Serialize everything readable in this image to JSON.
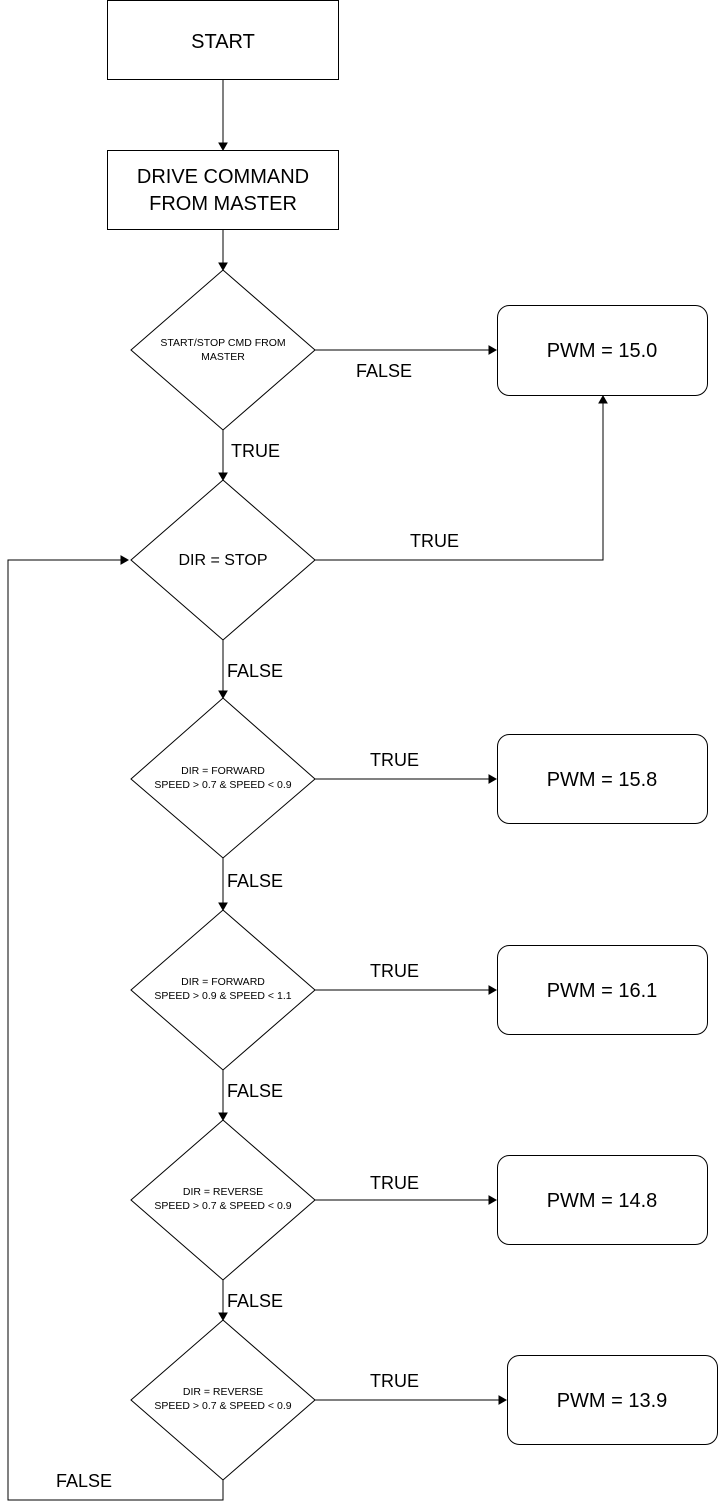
{
  "nodes": {
    "start": {
      "label": "START"
    },
    "drive_command": {
      "line1": "DRIVE COMMAND",
      "line2": "FROM MASTER"
    },
    "decision_start_stop": {
      "line1": "START/STOP CMD FROM",
      "line2": "MASTER"
    },
    "decision_dir_stop": {
      "label": "DIR = STOP"
    },
    "decision_fwd_1": {
      "line1": "DIR = FORWARD",
      "line2": "SPEED > 0.7 & SPEED < 0.9"
    },
    "decision_fwd_2": {
      "line1": "DIR = FORWARD",
      "line2": "SPEED > 0.9 & SPEED < 1.1"
    },
    "decision_rev_1": {
      "line1": "DIR = REVERSE",
      "line2": "SPEED > 0.7 & SPEED < 0.9"
    },
    "decision_rev_2": {
      "line1": "DIR = REVERSE",
      "line2": "SPEED > 0.7 & SPEED < 0.9"
    },
    "pwm_15_0": {
      "label": "PWM = 15.0"
    },
    "pwm_15_8": {
      "label": "PWM = 15.8"
    },
    "pwm_16_1": {
      "label": "PWM = 16.1"
    },
    "pwm_14_8": {
      "label": "PWM = 14.8"
    },
    "pwm_13_9": {
      "label": "PWM = 13.9"
    }
  },
  "edges": {
    "start_stop_false": "FALSE",
    "start_stop_true": "TRUE",
    "dir_stop_true": "TRUE",
    "dir_stop_false": "FALSE",
    "fwd_1_true": "TRUE",
    "fwd_1_false": "FALSE",
    "fwd_2_true": "TRUE",
    "fwd_2_false": "FALSE",
    "rev_1_true": "TRUE",
    "rev_1_false": "FALSE",
    "rev_2_true": "TRUE",
    "rev_2_false": "FALSE"
  }
}
